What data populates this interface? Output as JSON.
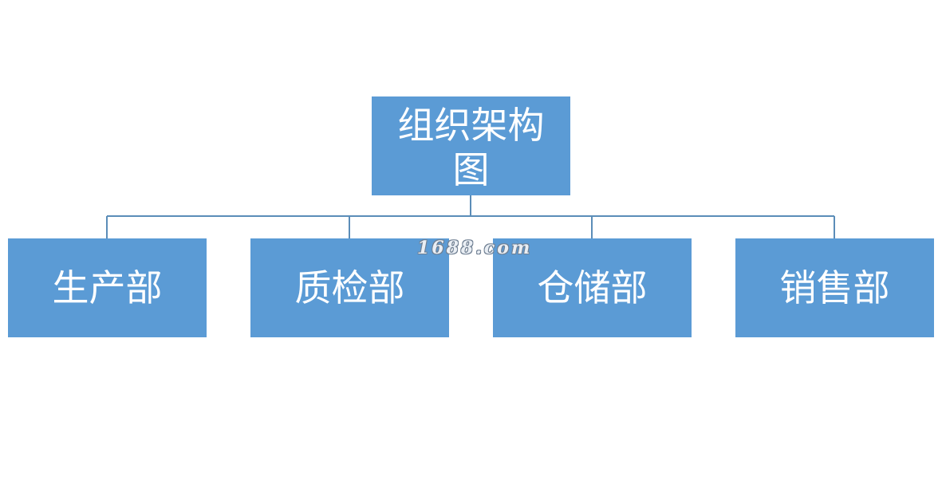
{
  "diagram": {
    "root": {
      "label": "组织架构图"
    },
    "children": [
      {
        "label": "生产部"
      },
      {
        "label": "质检部"
      },
      {
        "label": "仓储部"
      },
      {
        "label": "销售部"
      }
    ]
  },
  "watermark": {
    "text": "1688.com"
  },
  "colors": {
    "node_fill": "#5b9bd5",
    "node_text": "#ffffff",
    "connector": "#5b8db8",
    "background": "#ffffff"
  }
}
